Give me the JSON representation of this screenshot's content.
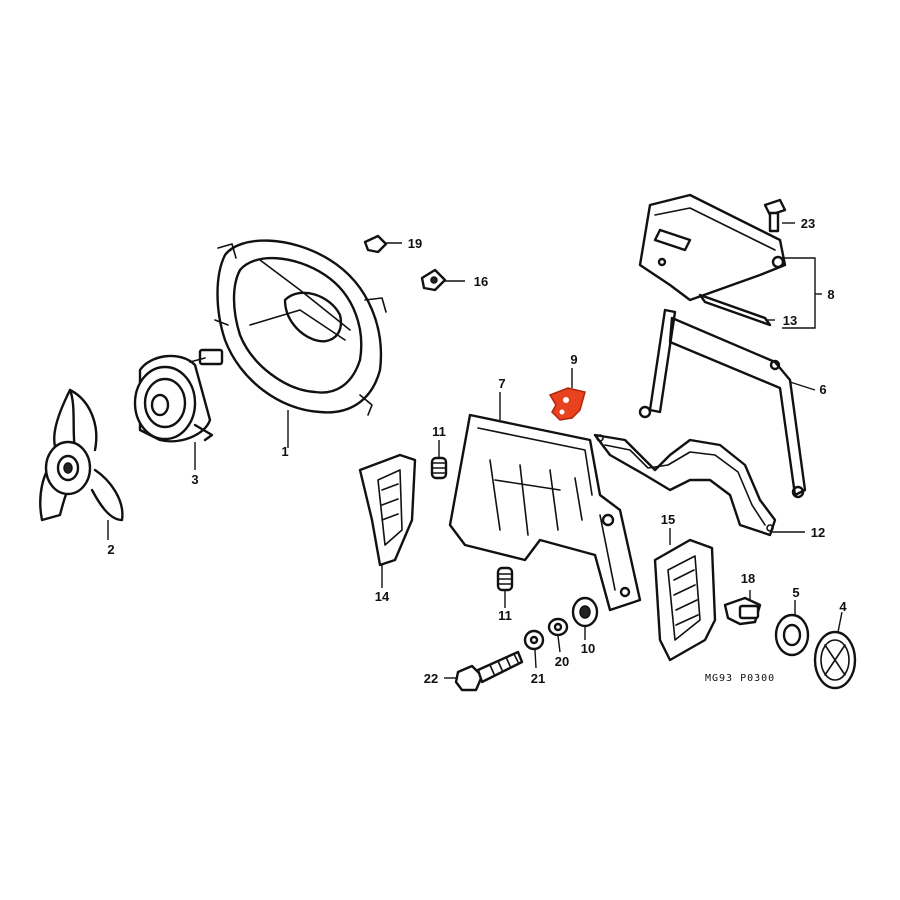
{
  "diagram": {
    "drawing_code": "MG93 P0300",
    "highlight_color": "#e8421e",
    "line_color": "#111111",
    "callouts": [
      {
        "id": "c1",
        "label": "1"
      },
      {
        "id": "c2",
        "label": "2"
      },
      {
        "id": "c3",
        "label": "3"
      },
      {
        "id": "c4",
        "label": "4"
      },
      {
        "id": "c5",
        "label": "5"
      },
      {
        "id": "c6",
        "label": "6"
      },
      {
        "id": "c7",
        "label": "7"
      },
      {
        "id": "c8",
        "label": "8"
      },
      {
        "id": "c9",
        "label": "9",
        "highlighted": true
      },
      {
        "id": "c10",
        "label": "10"
      },
      {
        "id": "c11a",
        "label": "11"
      },
      {
        "id": "c11b",
        "label": "11"
      },
      {
        "id": "c12",
        "label": "12"
      },
      {
        "id": "c13",
        "label": "13"
      },
      {
        "id": "c14",
        "label": "14"
      },
      {
        "id": "c15",
        "label": "15"
      },
      {
        "id": "c16",
        "label": "16"
      },
      {
        "id": "c18",
        "label": "18"
      },
      {
        "id": "c19",
        "label": "19"
      },
      {
        "id": "c20",
        "label": "20"
      },
      {
        "id": "c21",
        "label": "21"
      },
      {
        "id": "c22",
        "label": "22"
      },
      {
        "id": "c23",
        "label": "23"
      }
    ]
  }
}
